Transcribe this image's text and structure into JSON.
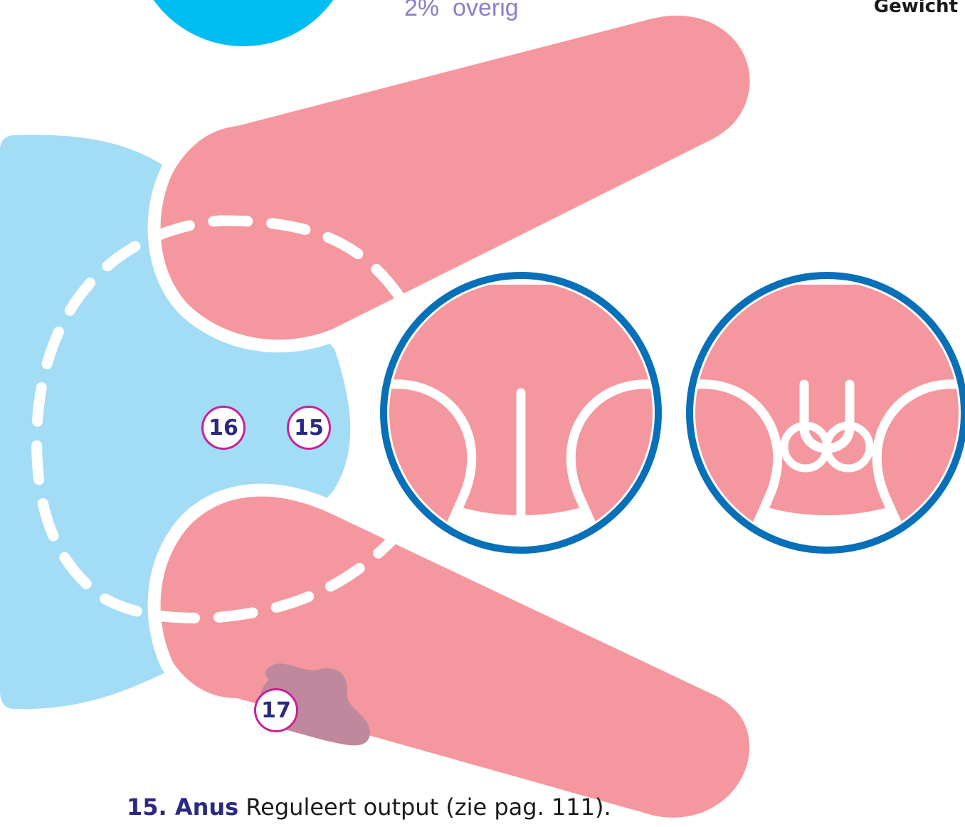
{
  "legend_item": {
    "percent": "2%",
    "label": "overig"
  },
  "corner_label": "Gewicht",
  "markers": [
    "15",
    "16",
    "17"
  ],
  "caption": {
    "title": "15. Anus",
    "text": "Reguleert output (zie pag. 111)."
  },
  "colors": {
    "torso": "#a3dcf5",
    "head": "#00bdf2",
    "leg": "#f5979e",
    "outline": "#ffffff",
    "callout_ring": "#0870b8",
    "bruise": "#c0889c",
    "marker_border": "#c8209a",
    "marker_text": "#2b2a80",
    "legend_text": "#8b7fc9"
  }
}
